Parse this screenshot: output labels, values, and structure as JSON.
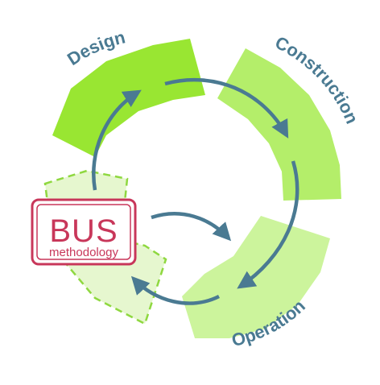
{
  "phases": {
    "design": "Design",
    "construction": "Construction",
    "operation": "Operation"
  },
  "logo": {
    "main": "BUS",
    "sub": "methodology"
  },
  "colors": {
    "design": "#99e632",
    "construction": "#b4ee6a",
    "operation": "#ccf49c",
    "bus_segment": "#e6f7cf",
    "bus_dash": "#8fd840",
    "arrow": "#4a7a92",
    "label": "#4a7a92",
    "logo": "#c8375a"
  }
}
